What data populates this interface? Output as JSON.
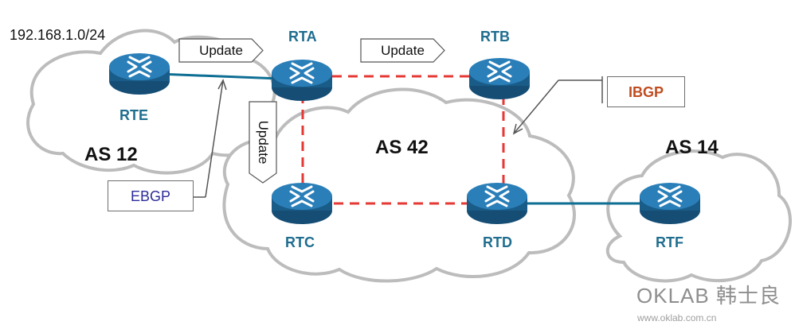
{
  "diagram": {
    "subnet": "192.168.1.0/24",
    "as_labels": {
      "as12": "AS 12",
      "as42": "AS 42",
      "as14": "AS 14"
    },
    "routers": {
      "rta": "RTA",
      "rtb": "RTB",
      "rtc": "RTC",
      "rtd": "RTD",
      "rte": "RTE",
      "rtf": "RTF"
    },
    "updates": {
      "left": "Update",
      "top": "Update",
      "vertical": "Update"
    },
    "peerings": {
      "ebgp": "EBGP",
      "ibgp": "IBGP"
    },
    "watermark": {
      "brand": "OKLAB 韩士良",
      "site": "www.oklab.com.cn"
    }
  },
  "colors": {
    "router_blue": "#1f6d8f",
    "ibgp_red": "#e53935",
    "ebgp_blue": "#2c2c9a",
    "cloud_gray": "#bcbcbc",
    "link_blue": "#0e6e93"
  },
  "icons": {
    "router": "router-icon",
    "cloud": "cloud-icon",
    "callout": "callout-arrow-icon"
  }
}
